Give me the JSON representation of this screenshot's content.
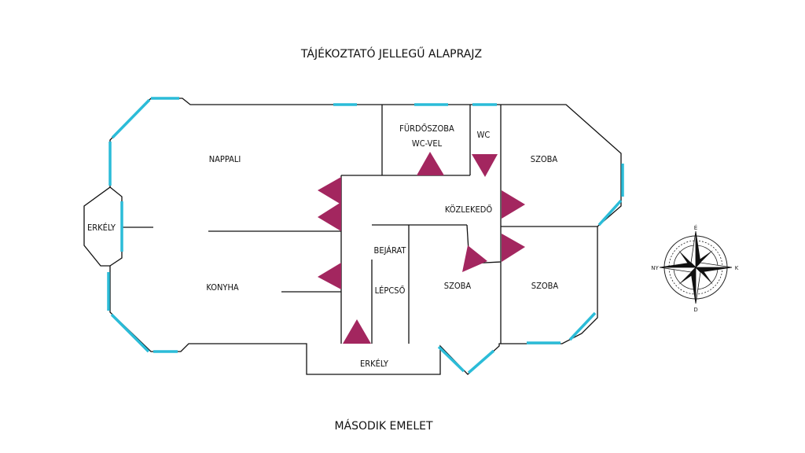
{
  "title": "TÁJÉKOZTATÓ JELLEGŰ ALAPRAJZ",
  "subtitle": "MÁSODIK EMELET",
  "colors": {
    "wall": "#111111",
    "window": "#2bbcd8",
    "door_marker": "#a3265f",
    "background": "#ffffff"
  },
  "rooms": {
    "nappali": "NAPPALI",
    "erkely_left": "ERKÉLY",
    "konyha": "KONYHA",
    "furdoszoba_line1": "FÜRDŐSZOBA",
    "furdoszoba_line2": "WC-VEL",
    "wc": "WC",
    "szoba_top_right": "SZOBA",
    "kozlekedo": "KÖZLEKEDŐ",
    "bejarat": "BEJÁRAT",
    "lepcso": "LÉPCSŐ",
    "szoba_middle": "SZOBA",
    "szoba_bottom_right": "SZOBA",
    "erkely_bottom": "ERKÉLY"
  },
  "compass": {
    "icon": "compass-rose-icon",
    "north": "É",
    "south": "D",
    "east": "K",
    "west": "NY"
  }
}
